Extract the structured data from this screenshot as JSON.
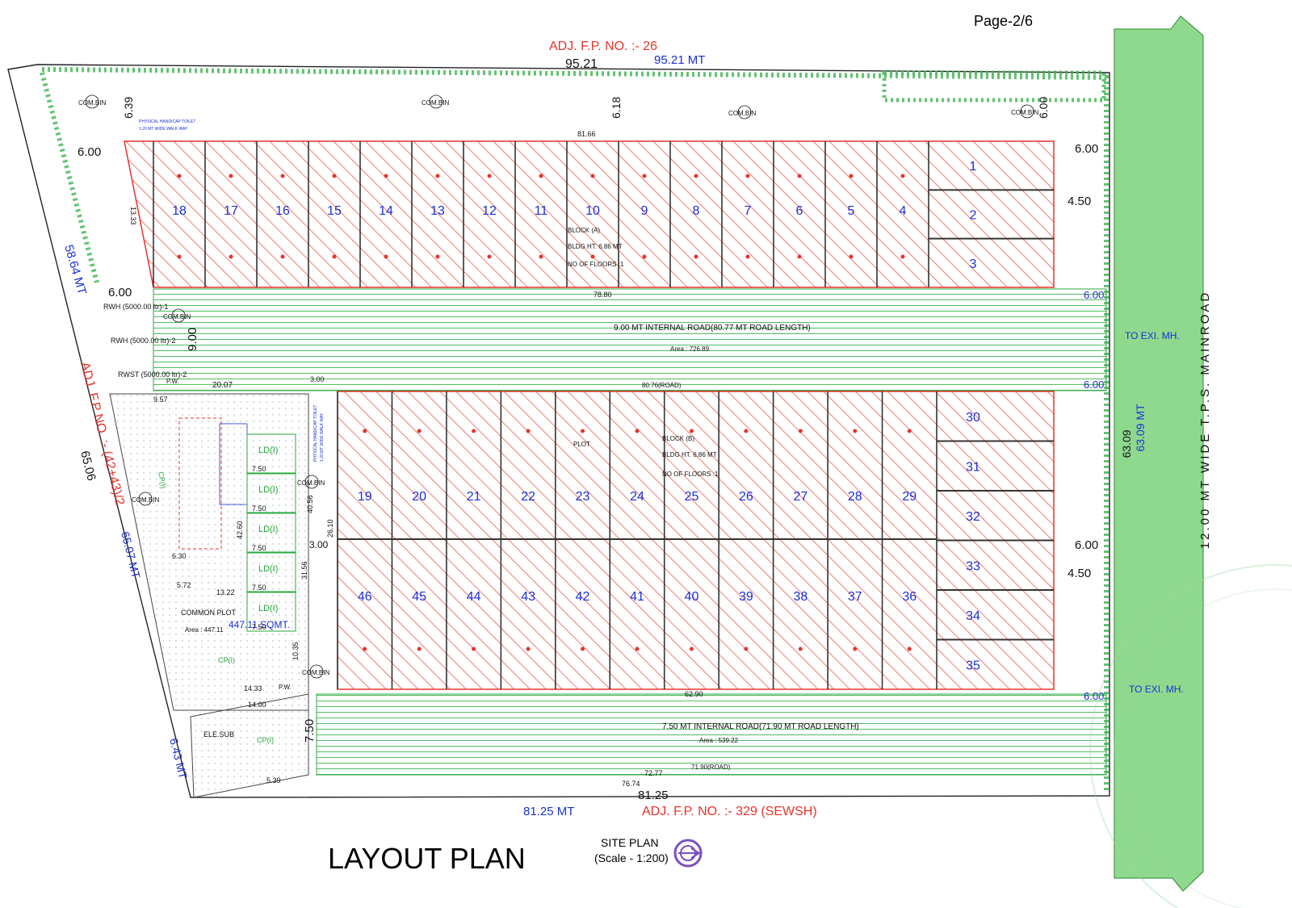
{
  "page_label": "Page-2/6",
  "colors": {
    "plot_red": "#e8332b",
    "dim_blue": "#1a2fd6",
    "road_green": "#27a83c",
    "tree_green": "#3cb450",
    "mainroad_fill": "#8fd98f",
    "text_black": "#111111"
  },
  "boundaries": {
    "north_adj": "ADJ. F.P. NO. :- 26",
    "north_dim": "95.21",
    "north_mt": "95.21 MT",
    "south_adj": "ADJ. F.P. NO. :- 329 (SEWSH)",
    "south_dim": "81.25",
    "south_mt": "81.25 MT",
    "west_adj": "ADJ. F.P NO. :- (42+43)/2",
    "west_dim": "65.06",
    "west_mt": "65.07 MT",
    "west_top_mt": "58.64 MT",
    "west_bottom_mt": "6.43 MT",
    "east_mt": "63.09 MT",
    "east_dim": "63.09",
    "main_road": "12.00 MT WIDE T.P.S. MAINROAD"
  },
  "roads": {
    "road1": "9.00 MT INTERNAL ROAD(80.77 MT ROAD LENGTH)",
    "road1_area": "Area : 726.89",
    "road1_bottom": "80.76(ROAD)",
    "road1_top": "78.80",
    "road2": "7.50 MT INTERNAL ROAD(71.90 MT ROAD LENGTH)",
    "road2_area": "Area : 539.22",
    "road2_bottom": "71.90(ROAD)",
    "road2_top": "62.90",
    "to_mh_1": "TO EXI. MH.",
    "to_mh_2": "TO EXI. MH."
  },
  "block_a": {
    "label": "BLOCK (A)",
    "height": "BLDG HT. 6.86 MT",
    "floors": "NO OF FLOORS :1",
    "top_dim": "81.66",
    "plots_left_to_right": [
      "18",
      "17",
      "16",
      "15",
      "14",
      "13",
      "12",
      "11",
      "10",
      "9",
      "8",
      "7",
      "6",
      "5",
      "4"
    ],
    "stacked_plots": [
      "1",
      "2",
      "3"
    ]
  },
  "block_b": {
    "label": "BLOCK (B)",
    "height": "BLDG HT. 6.86 MT",
    "floors": "NO OF FLOORS :1",
    "plot_word": "PLOT",
    "top_row": [
      "19",
      "20",
      "21",
      "22",
      "23",
      "24",
      "25",
      "26",
      "27",
      "28",
      "29"
    ],
    "bottom_row": [
      "46",
      "45",
      "44",
      "43",
      "42",
      "41",
      "40",
      "39",
      "38",
      "37",
      "36"
    ],
    "stacked_plots": [
      "30",
      "31",
      "32",
      "33",
      "34",
      "35"
    ]
  },
  "facilities": {
    "com_bin": "COM.BIN",
    "rwh1": "RWH (5000.00 ltr)-1",
    "rwh2": "RWH (5000.00 ltr)-2",
    "rwst": "RWST (5000.00 ltr)-2",
    "pw": "P.W.",
    "common_plot": "COMMON PLOT",
    "common_area": "Area : 447.11",
    "common_sqmt": "447.11 SQMT.",
    "cp": "CP(I)",
    "ld": "LD(I)",
    "ele_sub": "ELE.SUB",
    "toilet": "PHYSICAL HANDICAP TOILET",
    "walkway": "1.20 MT WIDE WALK WAY"
  },
  "dims": {
    "d600": "6.00",
    "d639": "6.39",
    "d618": "6.18",
    "d900": "9.00",
    "d450": "4.50",
    "d750": "7.50",
    "d300": "3.00",
    "d2007": "20.07",
    "d957": "9.57",
    "d1333": "13.33",
    "d1433": "14.33",
    "d1400": "14.00",
    "d1322": "13.22",
    "d572": "5.72",
    "d630": "6.30",
    "d7277": "72.77",
    "d7674": "76.74",
    "d539": "5.39",
    "d4056": "40.56",
    "d2610": "26.10",
    "d3156": "31.56",
    "d1035": "10.35",
    "d4260": "42.60"
  },
  "footer": {
    "title": "LAYOUT PLAN",
    "site_plan": "SITE PLAN",
    "scale": "(Scale - 1:200)"
  }
}
